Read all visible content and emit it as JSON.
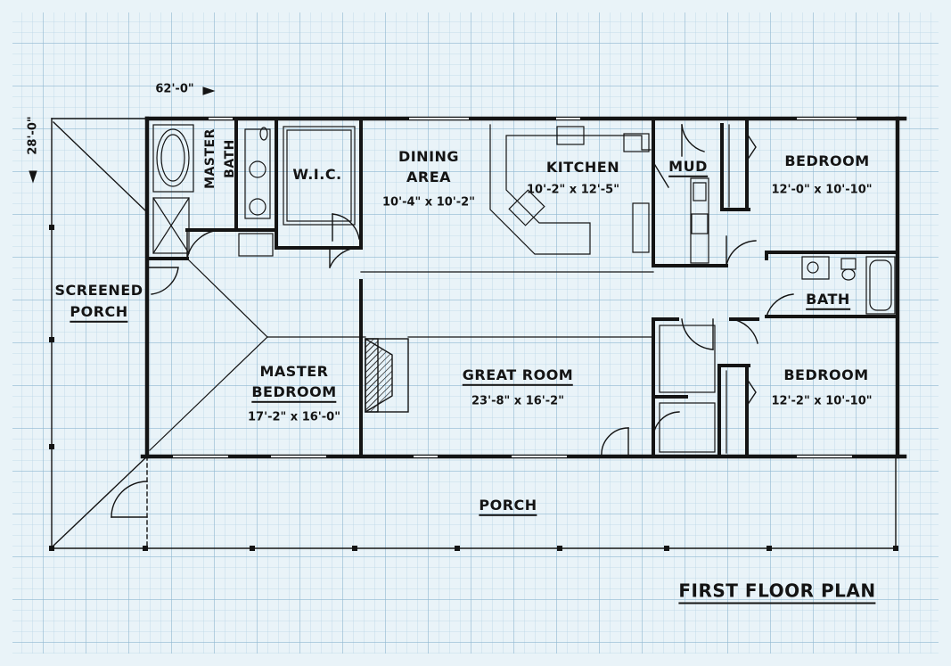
{
  "plan": {
    "title": "FIRST FLOOR PLAN",
    "overall_width": "62'-0\"",
    "overall_depth": "28'-0\"",
    "rooms": {
      "screened_porch": {
        "name_line1": "SCREENED",
        "name_line2": "PORCH"
      },
      "master_bath": {
        "name_line1": "MASTER",
        "name_line2": "BATH"
      },
      "wic": {
        "name": "W.I.C."
      },
      "dining": {
        "name_line1": "DINING",
        "name_line2": "AREA",
        "dims": "10'-4\" x 10'-2\""
      },
      "kitchen": {
        "name": "KITCHEN",
        "dims": "10'-2\" x 12'-5\""
      },
      "mud": {
        "name": "MUD"
      },
      "bedroom_top": {
        "name": "BEDROOM",
        "dims": "12'-0\" x 10'-10\""
      },
      "bath": {
        "name": "BATH"
      },
      "master_bedroom": {
        "name_line1": "MASTER",
        "name_line2": "BEDROOM",
        "dims": "17'-2\" x 16'-0\""
      },
      "great_room": {
        "name": "GREAT ROOM",
        "dims": "23'-8\" x 16'-2\""
      },
      "bedroom_bottom": {
        "name": "BEDROOM",
        "dims": "12'-2\" x 10'-10\""
      },
      "porch": {
        "name": "PORCH"
      }
    }
  },
  "colors": {
    "paper": "#e9f3f8",
    "grid": "#a9c8dc",
    "ink": "#141414"
  }
}
